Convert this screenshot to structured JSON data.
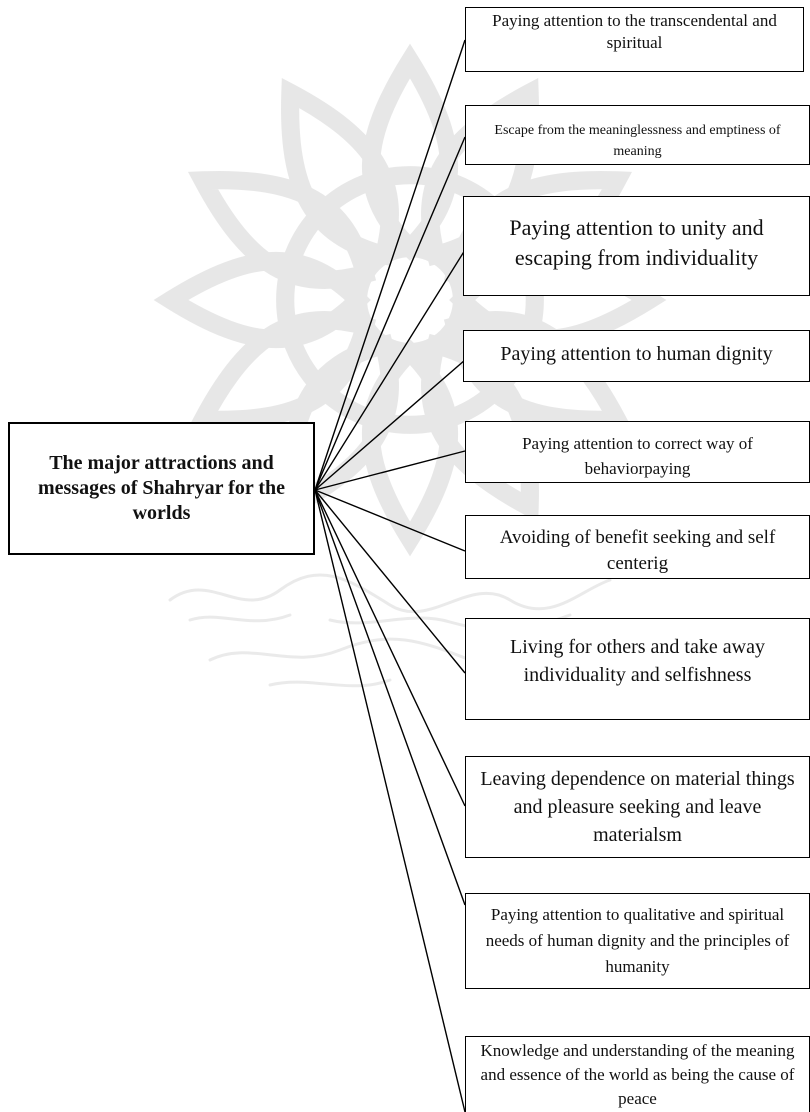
{
  "central": {
    "label": "The major attractions and messages of Shahryar for the worlds"
  },
  "items": [
    {
      "text": "Paying attention to the transcendental and spiritual"
    },
    {
      "text": "Escape from the meaninglessness and emptiness of meaning"
    },
    {
      "text": "Paying attention to unity and escaping from individuality"
    },
    {
      "text": "Paying attention to human dignity"
    },
    {
      "text": "Paying attention to correct way of behaviorpaying"
    },
    {
      "text": "Avoiding of benefit seeking and self centerig"
    },
    {
      "text": "Living for others and take away individuality and selfishness"
    },
    {
      "text": "Leaving dependence on material things and pleasure seeking and leave materialsm"
    },
    {
      "text": "Paying attention to qualitative and spiritual needs of human dignity and the principles of humanity"
    },
    {
      "text": "Knowledge and understanding of the meaning and essence of the world as being the cause of peace"
    }
  ]
}
